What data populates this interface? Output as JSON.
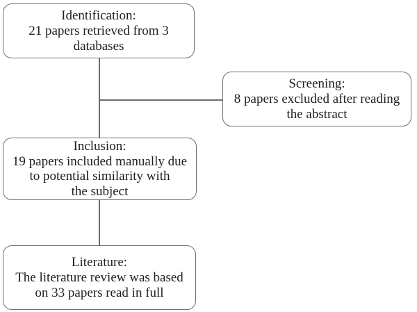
{
  "colors": {
    "background": "#ffffff",
    "box_border": "#6e6e6e",
    "connector": "#6b6b6b",
    "text": "#1e1e1e"
  },
  "boxes": {
    "identification": {
      "title": "Identification:",
      "lines": [
        "21 papers retrieved from 3",
        "databases"
      ]
    },
    "screening": {
      "title": "Screening:",
      "lines": [
        "8 papers excluded after reading",
        "the abstract"
      ]
    },
    "inclusion": {
      "title": "Inclusion:",
      "lines": [
        "19 papers included manually due",
        "to potential similarity with",
        "the subject"
      ]
    },
    "literature": {
      "title": "Literature:",
      "lines": [
        "The literature review was based",
        "on 33 papers read in full"
      ]
    }
  }
}
